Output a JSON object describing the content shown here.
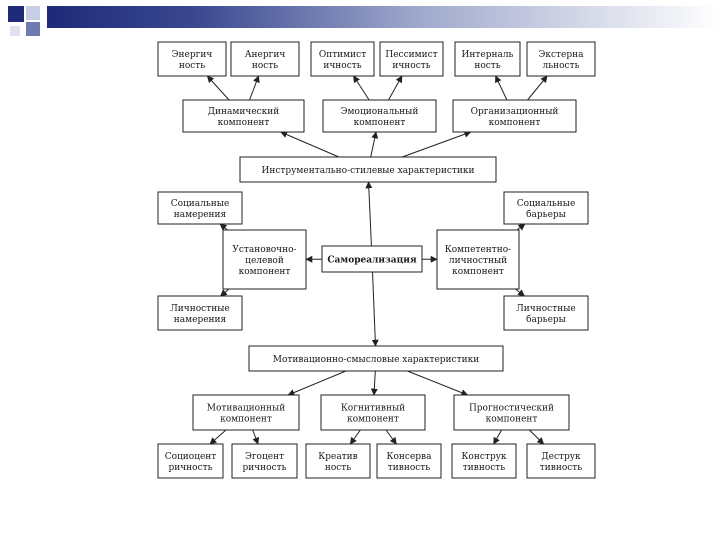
{
  "colors": {
    "accent": "#1e2a78",
    "accent_light": "#9fa8cc",
    "line": "#222222"
  },
  "diagram": {
    "nodes": {
      "energ": [
        "Энергич",
        "ность"
      ],
      "anerg": [
        "Анергич",
        "ность"
      ],
      "optim": [
        "Оптимист",
        "ичность"
      ],
      "pessim": [
        "Пессимист",
        "ичность"
      ],
      "intern": [
        "Интерналь",
        "ность"
      ],
      "extern": [
        "Экстерна",
        "льность"
      ],
      "dynamic": [
        "Динамический",
        "компонент"
      ],
      "emotional": [
        "Эмоциональный",
        "компонент"
      ],
      "organiz": [
        "Организационный",
        "компонент"
      ],
      "instrumental": [
        "Инструментально-стилевые характеристики"
      ],
      "social_int": [
        "Социальные",
        "намерения"
      ],
      "social_bar": [
        "Социальные",
        "барьеры"
      ],
      "ustanov": [
        "Установочно-",
        "целевой",
        "компонент"
      ],
      "selfreal": [
        "Самореализация"
      ],
      "kompet": [
        "Компетентно-",
        "личностный",
        "компонент"
      ],
      "pers_int": [
        "Личностные",
        "намерения"
      ],
      "pers_bar": [
        "Личностные",
        "барьеры"
      ],
      "motiv_char": [
        "Мотивационно-смысловые характеристики"
      ],
      "motiv_comp": [
        "Мотивационный",
        "компонент"
      ],
      "cogn": [
        "Когнитивный",
        "компонент"
      ],
      "progn": [
        "Прогностический",
        "компонент"
      ],
      "sociocent": [
        "Социоцент",
        "ричность"
      ],
      "egocent": [
        "Эгоцент",
        "ричность"
      ],
      "creat": [
        "Креатив",
        "ность"
      ],
      "conserv": [
        "Консерва",
        "тивность"
      ],
      "constr": [
        "Конструк",
        "тивность"
      ],
      "destr": [
        "Деструк",
        "тивность"
      ]
    },
    "edges": [
      [
        "dynamic",
        "energ"
      ],
      [
        "dynamic",
        "anerg"
      ],
      [
        "emotional",
        "optim"
      ],
      [
        "emotional",
        "pessim"
      ],
      [
        "organiz",
        "intern"
      ],
      [
        "organiz",
        "extern"
      ],
      [
        "instrumental",
        "dynamic"
      ],
      [
        "instrumental",
        "emotional"
      ],
      [
        "instrumental",
        "organiz"
      ],
      [
        "selfreal",
        "instrumental"
      ],
      [
        "selfreal",
        "motiv_char"
      ],
      [
        "selfreal",
        "ustanov"
      ],
      [
        "selfreal",
        "kompet"
      ],
      [
        "ustanov",
        "social_int"
      ],
      [
        "ustanov",
        "pers_int"
      ],
      [
        "kompet",
        "social_bar"
      ],
      [
        "kompet",
        "pers_bar"
      ],
      [
        "motiv_char",
        "motiv_comp"
      ],
      [
        "motiv_char",
        "cogn"
      ],
      [
        "motiv_char",
        "progn"
      ],
      [
        "motiv_comp",
        "sociocent"
      ],
      [
        "motiv_comp",
        "egocent"
      ],
      [
        "cogn",
        "creat"
      ],
      [
        "cogn",
        "conserv"
      ],
      [
        "progn",
        "constr"
      ],
      [
        "progn",
        "destr"
      ]
    ]
  }
}
